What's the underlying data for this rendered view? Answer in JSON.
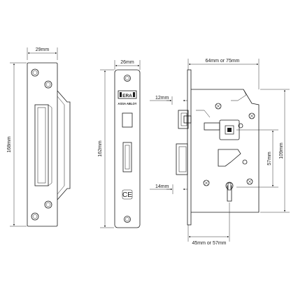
{
  "strike_plate": {
    "width_label": "29mm",
    "height_label": "168mm"
  },
  "faceplate": {
    "width_label": "26mm",
    "height_label": "162mm",
    "brand_text": "ERA",
    "brand_sub": "ASSA ABLOY",
    "ce_mark": "CE"
  },
  "lock_case": {
    "top_width_label": "64mm or 75mm",
    "bottom_width_label": "45mm or 57mm",
    "latch_offset_label": "12mm",
    "deadbolt_offset_label": "14mm",
    "centres_label": "57mm",
    "case_height_label": "109mm"
  }
}
